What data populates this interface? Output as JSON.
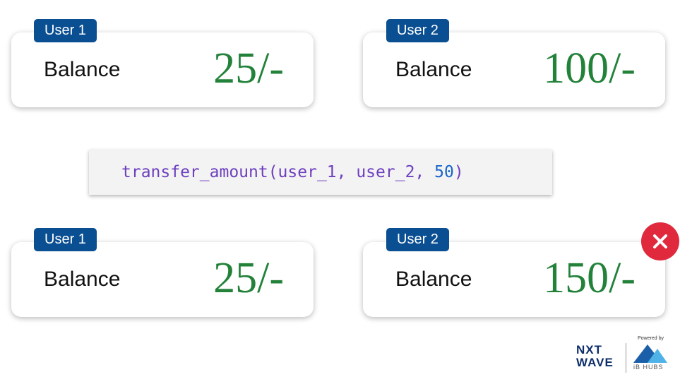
{
  "before": {
    "user1": {
      "tag": "User 1",
      "label": "Balance",
      "amount": "25/-"
    },
    "user2": {
      "tag": "User 2",
      "label": "Balance",
      "amount": "100/-"
    }
  },
  "code": {
    "fn": "transfer_amount(user_1, user_2, ",
    "arg": "50",
    "close": ")"
  },
  "after": {
    "user1": {
      "tag": "User 1",
      "label": "Balance",
      "amount": "25/-"
    },
    "user2": {
      "tag": "User 2",
      "label": "Balance",
      "amount": "150/-"
    }
  },
  "error_icon": "close-icon",
  "branding": {
    "nxt_line1": "NXT",
    "nxt_line2": "WAVE",
    "powered": "Powered by",
    "ibhubs": "iB HUBS"
  },
  "colors": {
    "tag_bg": "#0b4f93",
    "amount": "#23823a",
    "code_text": "#6d3fbf",
    "code_number": "#1a66c9",
    "error": "#e0293d"
  }
}
